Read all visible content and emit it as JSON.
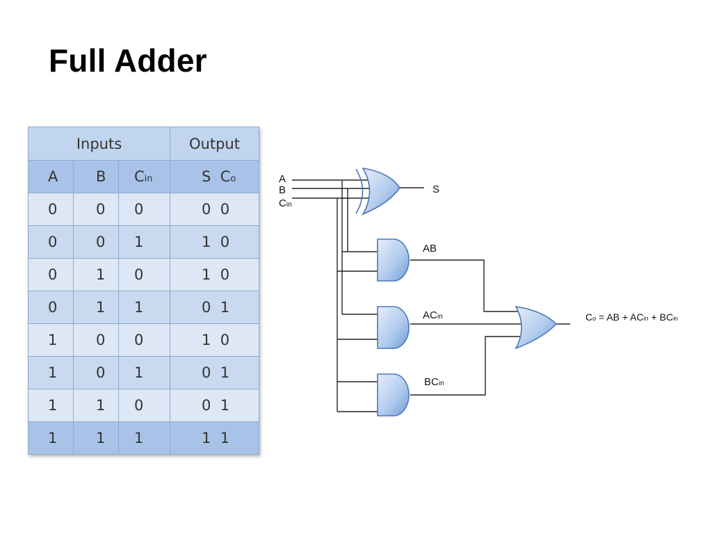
{
  "title": "Full Adder",
  "table": {
    "group_headers": [
      "Inputs",
      "Output"
    ],
    "column_headers": {
      "a": "A",
      "b": "B",
      "cin": {
        "base": "C",
        "sub": "in"
      },
      "s": "S",
      "co": {
        "base": "C",
        "sub": "o"
      }
    },
    "rows": [
      {
        "a": "0",
        "b": "0",
        "cin": "0",
        "s": "0",
        "co": "0"
      },
      {
        "a": "0",
        "b": "0",
        "cin": "1",
        "s": "1",
        "co": "0"
      },
      {
        "a": "0",
        "b": "1",
        "cin": "0",
        "s": "1",
        "co": "0"
      },
      {
        "a": "0",
        "b": "1",
        "cin": "1",
        "s": "0",
        "co": "1"
      },
      {
        "a": "1",
        "b": "0",
        "cin": "0",
        "s": "1",
        "co": "0"
      },
      {
        "a": "1",
        "b": "0",
        "cin": "1",
        "s": "0",
        "co": "1"
      },
      {
        "a": "1",
        "b": "1",
        "cin": "0",
        "s": "0",
        "co": "1"
      },
      {
        "a": "1",
        "b": "1",
        "cin": "1",
        "s": "1",
        "co": "1"
      }
    ]
  },
  "circuit": {
    "input_a": "A",
    "input_b": "B",
    "input_cin": {
      "base": "C",
      "sub": "in"
    },
    "sum_output": "S",
    "and1_label": "AB",
    "and2_label": {
      "base": "AC",
      "sub": "in"
    },
    "and3_label": {
      "base": "BC",
      "sub": "in"
    },
    "carry_output": {
      "base": "C",
      "sub": "o"
    },
    "carry_equation": {
      "t1": " = AB + AC",
      "s1": "in",
      "t2": " + BC",
      "s2": "in"
    }
  },
  "colors": {
    "gate_fill_light": "#dbe7f7",
    "gate_fill_dark": "#6f9bd4",
    "gate_stroke": "#4a76b8",
    "table_header": "#a9c3e8",
    "table_border": "#8ea7cc"
  }
}
